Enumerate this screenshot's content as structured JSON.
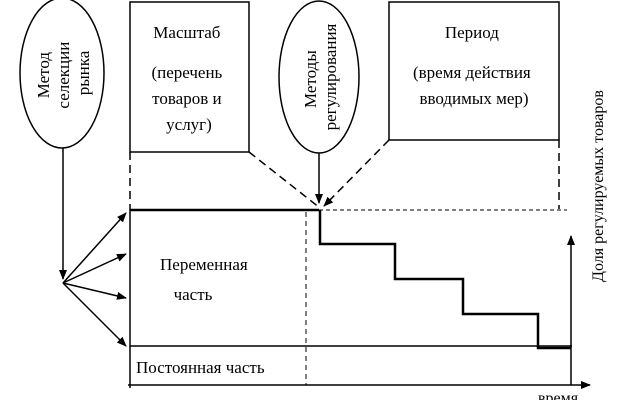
{
  "diagram": {
    "ellipse_market": {
      "lines": [
        "Метод",
        "селекции",
        "рынка"
      ]
    },
    "box_scale": {
      "lines": [
        "Масштаб",
        "(перечень",
        "товаров и",
        "услуг)"
      ]
    },
    "ellipse_methods": {
      "lines": [
        "Методы",
        "регулирования"
      ]
    },
    "box_period": {
      "lines": [
        "Период",
        "(время действия",
        "вводимых мер)"
      ]
    },
    "variable_part": {
      "lines": [
        "Переменная",
        "часть"
      ]
    },
    "constant_part": {
      "label": "Постоянная часть"
    },
    "y_axis_label": "Доля регулируемых товаров",
    "x_axis_label": "время"
  }
}
